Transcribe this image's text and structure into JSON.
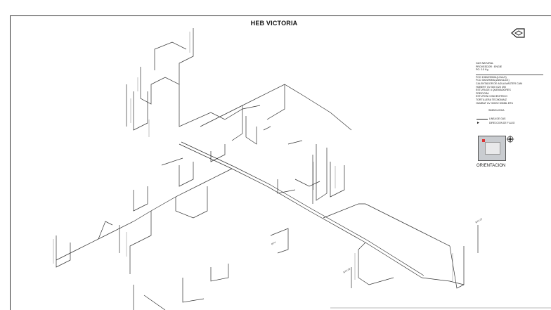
{
  "title": "HEB VICTORIA",
  "info": {
    "gas_lines": [
      "GAS NATURAL",
      "PROVEEDOR : ENGIE",
      "PO: 0.5 Kg"
    ],
    "equipment": [
      "FCO 1960/290MIL(1/2x1/2)",
      "FCO 300/290MIL(2AN/11/2/1)",
      "CALENTADOR DE AGUA MASTER CAM",
      "HOBERT OV 500 G20 390",
      "ESTUFA DE 4 QUEMADORES",
      "FREIDORA",
      "ESTUFON CONCENTRICO",
      "TORTILLERA TECNOMAIZ",
      "HUMBAT UV 300G2 50MBL BTU"
    ]
  },
  "legend": {
    "title": "SIMBOLOGIA",
    "items": [
      "LINEA DE GAS",
      "DIRECCION DE FLUJO"
    ]
  },
  "orientation_label": "ORIENTACION",
  "pipe_tags": [
    "BTU 07",
    "BTU 03",
    "BTU"
  ],
  "icons": {
    "compass": "compass-icon",
    "logo": "company-logo"
  }
}
